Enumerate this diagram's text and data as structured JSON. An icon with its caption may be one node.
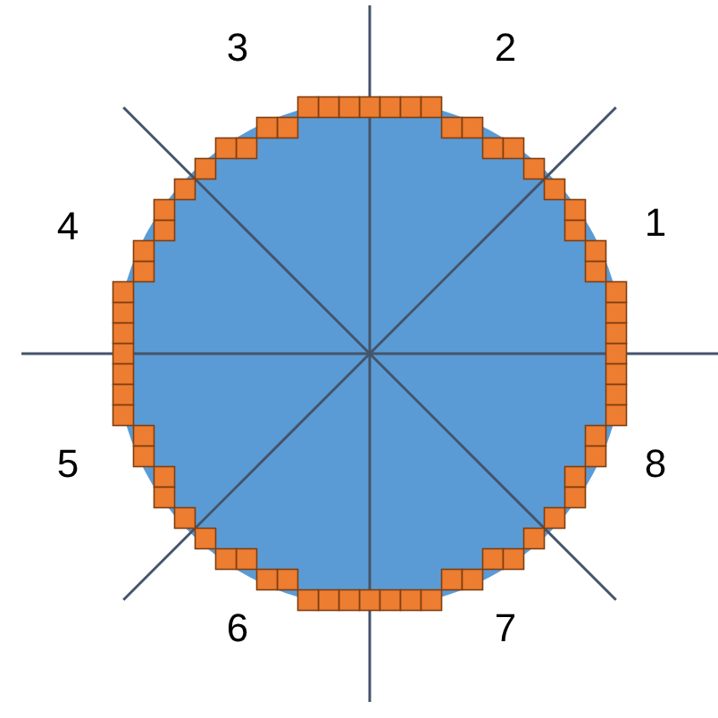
{
  "diagram": {
    "labels": [
      "3",
      "2",
      "4",
      "1",
      "5",
      "8",
      "6",
      "7"
    ]
  }
}
